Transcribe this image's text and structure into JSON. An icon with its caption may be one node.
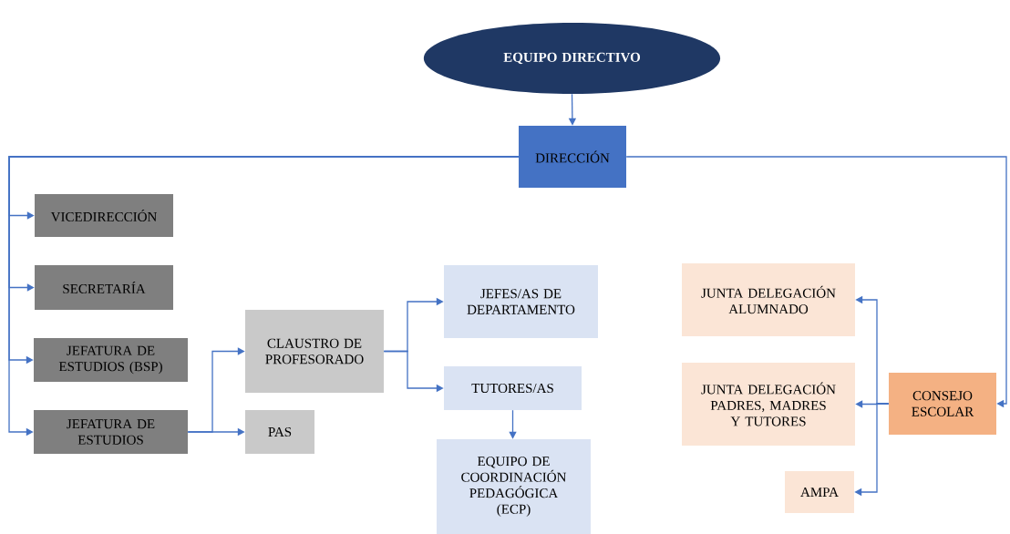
{
  "diagram": {
    "nodes": [
      {
        "text": [
          "EQUIPO DIRECTIVO"
        ]
      },
      {
        "text": [
          "DIRECCIÓN"
        ]
      },
      {
        "text": [
          "VICEDIRECCIÓN"
        ]
      },
      {
        "text": [
          "SECRETARÍA"
        ]
      },
      {
        "text": [
          "JEFATURA DE ESTUDIOS (BSP)"
        ]
      },
      {
        "text": [
          "JEFATURA DE ESTUDIOS"
        ]
      },
      {
        "text": [
          "CLAUSTRO DE PROFESORADO"
        ]
      },
      {
        "text": [
          "PAS"
        ]
      },
      {
        "text": [
          "JEFES/AS DE DEPARTAMENTO"
        ]
      },
      {
        "text": [
          "TUTORES/AS"
        ]
      },
      {
        "text": [
          "EQUIPO DE COORDINACIÓN PEDAGÓGICA (ECP)"
        ]
      },
      {
        "text": [
          "JUNTA DELEGACIÓN ALUMNADO"
        ]
      },
      {
        "text": [
          "JUNTA DELEGACIÓN PADRES, MADRES Y TUTORES"
        ]
      },
      {
        "text": [
          "CONSEJO ESCOLAR"
        ]
      },
      {
        "text": [
          "AMPA"
        ]
      }
    ],
    "edges": [
      {
        "from": 0,
        "to": 1,
        "arrow": "to"
      },
      {
        "from": 1,
        "to": 2,
        "arrow": "to"
      },
      {
        "from": 1,
        "to": 3,
        "arrow": "to"
      },
      {
        "from": 1,
        "to": 4,
        "arrow": "to"
      },
      {
        "from": 1,
        "to": 5,
        "arrow": "to"
      },
      {
        "from": 1,
        "to": 13,
        "arrow": "to"
      },
      {
        "from": 5,
        "to": 6,
        "arrow": "to"
      },
      {
        "from": 5,
        "to": 7,
        "arrow": "to"
      },
      {
        "from": 6,
        "to": 8,
        "arrow": "to"
      },
      {
        "from": 6,
        "to": 9,
        "arrow": "to"
      },
      {
        "from": 9,
        "to": 10,
        "arrow": "to"
      },
      {
        "from": 13,
        "to": 11,
        "arrow": "to"
      },
      {
        "from": 13,
        "to": 12,
        "arrow": "to"
      },
      {
        "from": 13,
        "to": 14,
        "arrow": "to"
      }
    ]
  }
}
